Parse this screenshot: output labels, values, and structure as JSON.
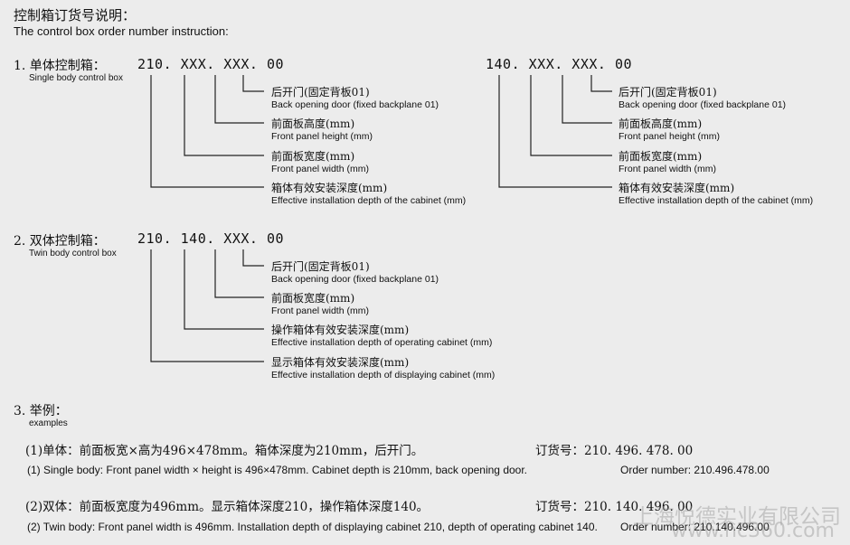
{
  "header": {
    "title_zh": "控制箱订货号说明：",
    "title_en": "The control box order number instruction:"
  },
  "single": {
    "heading_zh": "1. 单体控制箱：",
    "heading_en": "Single body control box",
    "code_a": "210. XXX. XXX. 00",
    "code_b": "140. XXX. XXX. 00",
    "labels": [
      {
        "zh": "后开门(固定背板01)",
        "en": "Back opening door (fixed backplane 01)"
      },
      {
        "zh": "前面板高度(mm)",
        "en": "Front panel height (mm)"
      },
      {
        "zh": "前面板宽度(mm)",
        "en": "Front panel width (mm)"
      },
      {
        "zh": "箱体有效安装深度(mm)",
        "en": "Effective installation depth of the cabinet (mm)"
      }
    ]
  },
  "twin": {
    "heading_zh": "2. 双体控制箱：",
    "heading_en": "Twin body control box",
    "code": "210. 140. XXX. 00",
    "labels": [
      {
        "zh": "后开门(固定背板01)",
        "en": "Back opening door (fixed backplane 01)"
      },
      {
        "zh": "前面板宽度(mm)",
        "en": "Front panel width (mm)"
      },
      {
        "zh": "操作箱体有效安装深度(mm)",
        "en": "Effective installation depth of operating cabinet (mm)"
      },
      {
        "zh": "显示箱体有效安装深度(mm)",
        "en": "Effective installation depth of displaying cabinet (mm)"
      }
    ]
  },
  "examples": {
    "heading_zh": "3. 举例：",
    "heading_en": "examples",
    "items": [
      {
        "zh": "(1)单体：前面板宽×高为496×478mm。箱体深度为210mm，后开门。",
        "order_zh": "订货号：210. 496. 478. 00",
        "en": "(1) Single body: Front panel width × height is 496×478mm. Cabinet depth is 210mm, back opening door.",
        "order_en": "Order number: 210.496.478.00"
      },
      {
        "zh": "(2)双体：前面板宽度为496mm。显示箱体深度210，操作箱体深度140。",
        "order_zh": "订货号：210. 140. 496. 00",
        "en": "(2) Twin body: Front panel width is 496mm. Installation depth of displaying cabinet 210, depth of operating cabinet 140.",
        "order_en": "Order number: 210.140.496.00"
      }
    ]
  },
  "watermark": {
    "line1": "上海悦德实业有限公司",
    "line2": "www.hc360.com"
  }
}
